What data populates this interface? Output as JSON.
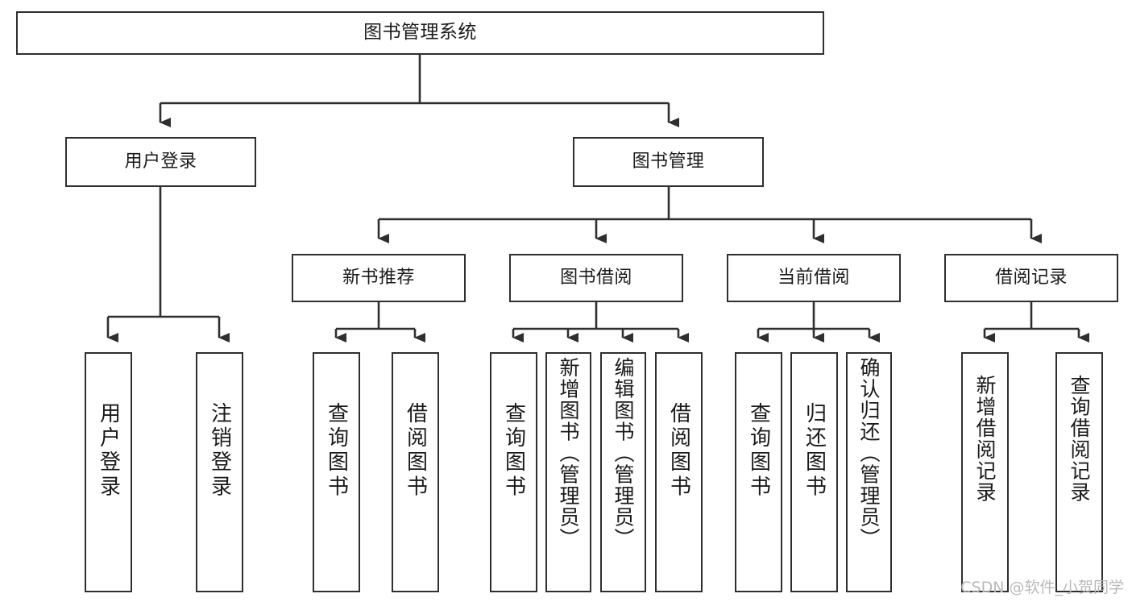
{
  "diagram": {
    "type": "tree-hierarchy-chart",
    "title": "图书管理系统",
    "orientation": "top-down",
    "colors": {
      "box_border": "#2f2f2f",
      "box_fill": "#ffffff",
      "connector": "#2f2f2f",
      "text": "#1a1a1a",
      "watermark": "#b9b9b9",
      "background": "#ffffff"
    }
  },
  "root": {
    "label": "图书管理系统"
  },
  "level2": [
    {
      "label": "用户登录"
    },
    {
      "label": "图书管理"
    }
  ],
  "level3": [
    {
      "label": "新书推荐"
    },
    {
      "label": "图书借阅"
    },
    {
      "label": "当前借阅"
    },
    {
      "label": "借阅记录"
    }
  ],
  "leaves": {
    "user_login": [
      {
        "label": "用户登录"
      },
      {
        "label": "注销登录"
      }
    ],
    "new_book_recommend": [
      {
        "label": "查询图书"
      },
      {
        "label": "借阅图书"
      }
    ],
    "book_borrow": [
      {
        "label": "查询图书"
      },
      {
        "label": "新增图书（管理员）"
      },
      {
        "label": "编辑图书（管理员）"
      },
      {
        "label": "借阅图书"
      }
    ],
    "current_borrow": [
      {
        "label": "查询图书"
      },
      {
        "label": "归还图书"
      },
      {
        "label": "确认归还（管理员）"
      }
    ],
    "borrow_record": [
      {
        "label": "新增借阅记录"
      },
      {
        "label": "查询借阅记录"
      }
    ]
  },
  "watermark": {
    "text": "CSDN @软件_小贺同学"
  }
}
